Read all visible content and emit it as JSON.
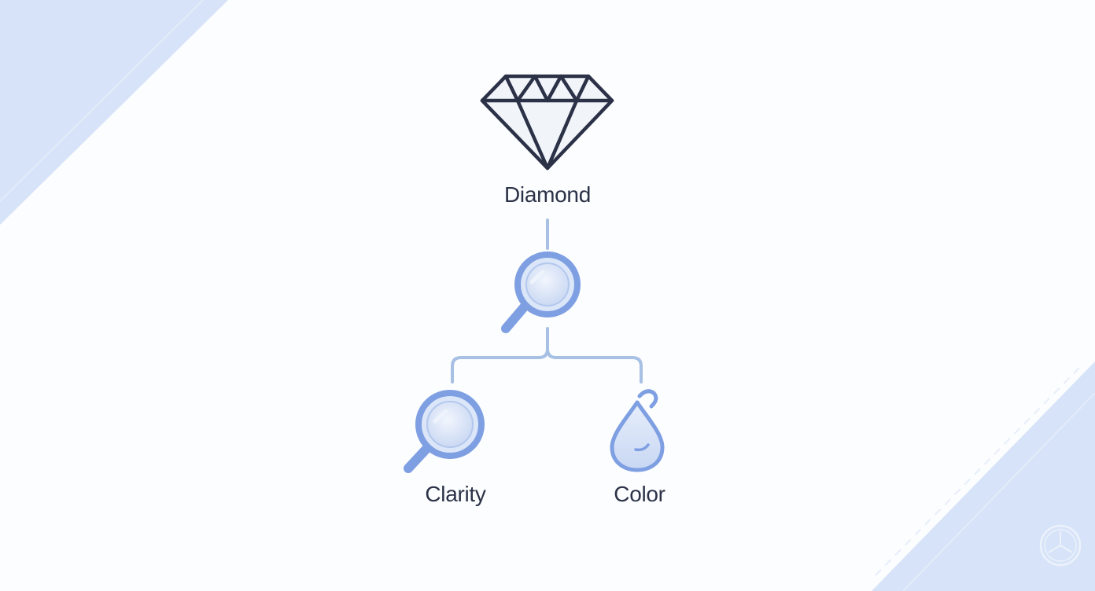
{
  "diagram": {
    "type": "hierarchy",
    "root": {
      "label": "Diamond",
      "icon": "diamond-icon"
    },
    "connector_icon": "magnifier-icon",
    "children": [
      {
        "label": "Clarity",
        "icon": "magnifier-icon"
      },
      {
        "label": "Color",
        "icon": "water-drop-icon"
      }
    ]
  },
  "colors": {
    "background": "#fcfdfe",
    "corner_accent": "#d6e3f8",
    "outline_dark": "#2b3147",
    "icon_blue": "#7f9fe3",
    "icon_fill": "#dbe6f8",
    "connector_line": "#a7c0e4",
    "label_text": "#2b3147"
  }
}
